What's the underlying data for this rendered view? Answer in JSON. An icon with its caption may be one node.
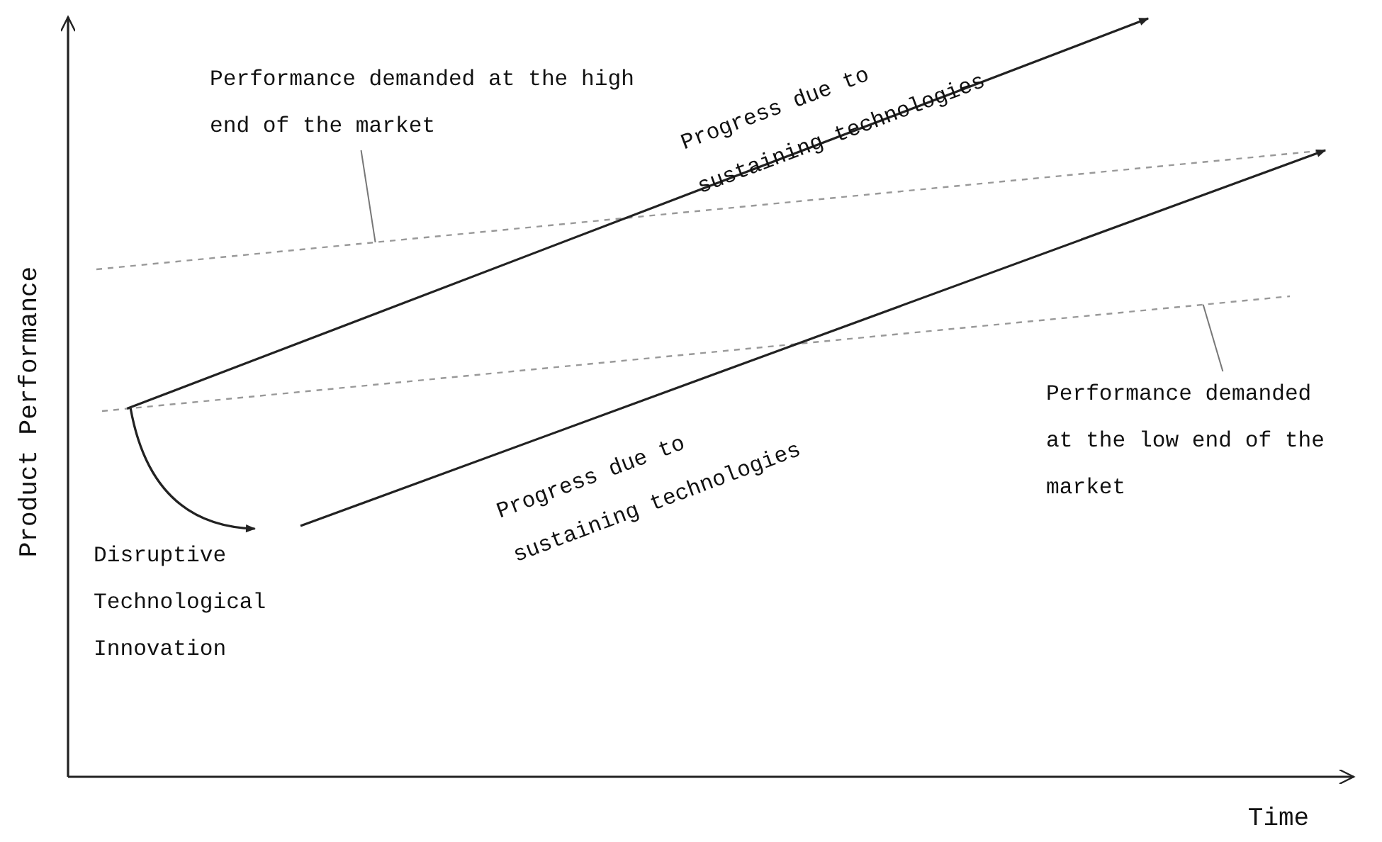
{
  "diagram": {
    "nodes": [
      {
        "text": [
          "Performance demanded at the high end of the market"
        ]
      },
      {
        "text": [],
        "shape": "line"
      },
      {
        "text": [
          "Performance demanded at the low end of the market"
        ]
      },
      {
        "text": [],
        "shape": "line"
      },
      {
        "text": [
          "Disruptive Technological Innovation"
        ]
      }
    ],
    "edges": [
      {
        "from": 0,
        "to": 1,
        "arrow": "none"
      },
      {
        "from": 2,
        "to": 3,
        "arrow": "none"
      },
      {
        "from": 3,
        "to": 4,
        "arrow": "to"
      },
      {
        "from": 3,
        "to": null,
        "arrow": "to",
        "label": "Progress due to sustaining technologies"
      },
      {
        "from": null,
        "to": 1,
        "arrow": "to",
        "label": "Progress due to sustaining technologies"
      }
    ],
    "labels": [
      "Product Performance",
      "Time"
    ]
  }
}
